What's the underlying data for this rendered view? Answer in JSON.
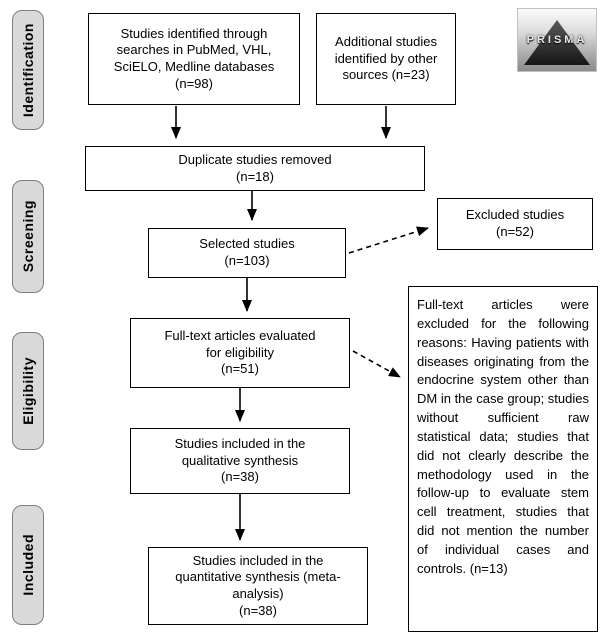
{
  "stages": [
    {
      "label": "Identification"
    },
    {
      "label": "Screening"
    },
    {
      "label": "Eligibility"
    },
    {
      "label": "Included"
    }
  ],
  "logo": {
    "text": "PRISMA"
  },
  "boxes": {
    "identified": "Studies identified through\nsearches in PubMed, VHL,\nSciELO, Medline databases\n(n=98)",
    "additional": "Additional studies\nidentified by other\nsources (n=23)",
    "duplicates": "Duplicate studies removed\n(n=18)",
    "selected": "Selected studies\n(n=103)",
    "excluded": "Excluded studies\n(n=52)",
    "fulltext": "Full-text articles evaluated\nfor eligibility\n(n=51)",
    "qualitative": "Studies included in the\nqualitative synthesis\n(n=38)",
    "quantitative": "Studies included in the\nquantitative synthesis (meta-\nanalysis)\n(n=38)",
    "reasons": "Full-text articles were excluded for the following reasons: Having patients with diseases originating from the endocrine system other than DM in the case group; studies without sufficient raw statistical data; studies that did not clearly describe the methodology used in the follow-up to evaluate stem cell treatment, studies that did not mention the number of individual cases and controls. (n=13)"
  },
  "colors": {
    "stage_fill": "#d9d9d9",
    "box_border": "#000000",
    "arrow": "#000000"
  }
}
